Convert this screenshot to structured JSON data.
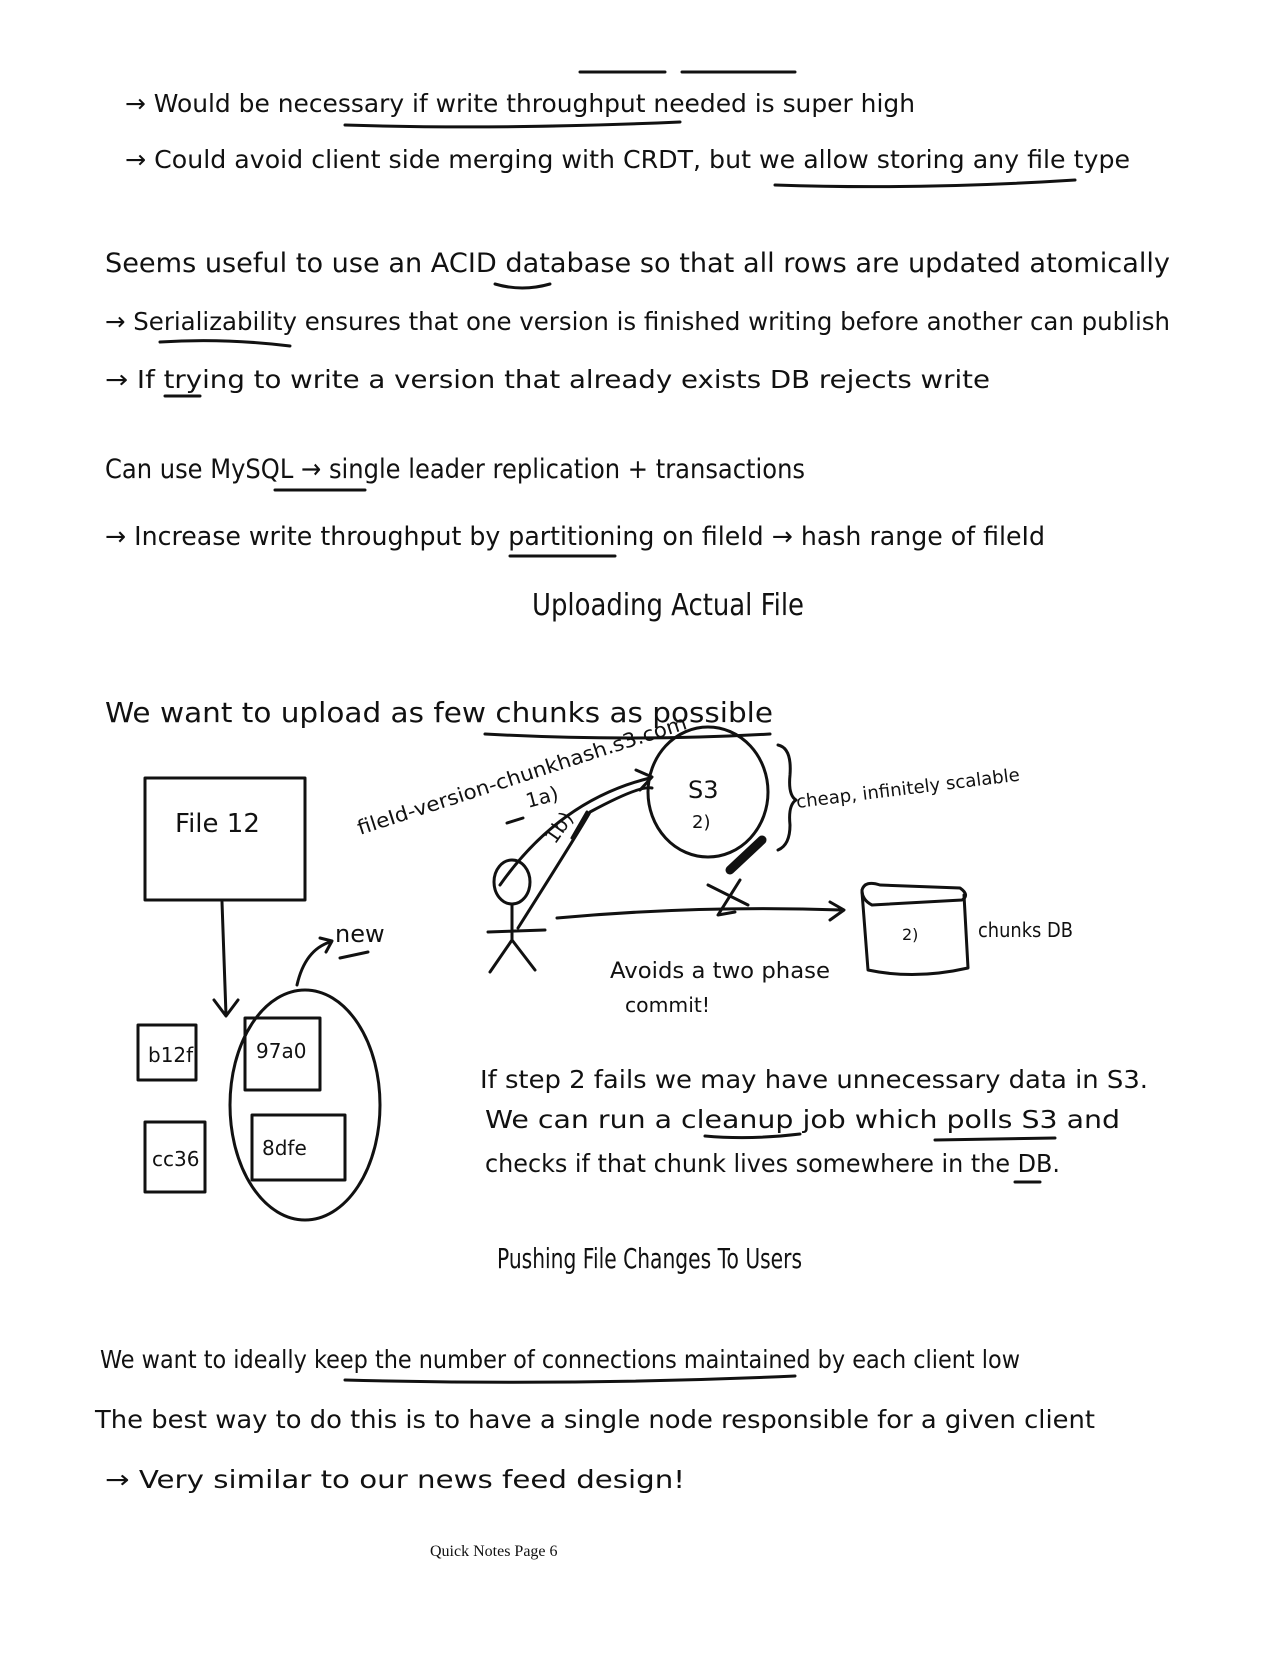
{
  "notes": {
    "line1": "→ Would be necessary if write throughput needed is super high",
    "line2": "→ Could avoid client side merging with CRDT, but we allow storing any file type",
    "line3": "Seems useful to use an ACID database so that all rows are updated atomically",
    "line4": "→ Serializability ensures that one version is finished writing before another can publish",
    "line5": "→ If trying to write a version that already exists DB rejects write",
    "line6": "Can use MySQL → single leader replication + transactions",
    "line7": "→ Increase write throughput by partitioning on fileId → hash range of fileId",
    "heading1": "Uploading Actual File",
    "line8": "We want to upload as few chunks as possible",
    "line9": "If step 2 fails we may have unnecessary data in S3.",
    "line10": "We can run a cleanup job which polls S3 and",
    "line11": "checks if that chunk lives somewhere in the DB.",
    "heading2": "Pushing File Changes To Users",
    "line12": "We want to ideally keep the number of connections maintained by each client low",
    "line13": "The best way to do this is to have a single node responsible for a given client",
    "line14": "→ Very similar to our news feed design!"
  },
  "diagram": {
    "file_box": "File 12",
    "chunks_old": [
      "b12f",
      "cc36"
    ],
    "chunks_new": [
      "97a0",
      "8dfe"
    ],
    "new_label": "new",
    "s3_label": "S3",
    "s3_step": "2)",
    "s3_note": "cheap, infinitely scalable",
    "s3_key": "fileId-version-chunkhash.s3.com",
    "step_1a": "1a)",
    "step_1b": "1b)",
    "db_step": "2)",
    "db_label": "chunks DB",
    "avoids_line1": "Avoids a two phase",
    "avoids_line2": "commit!"
  },
  "footer": "Quick Notes Page 6"
}
